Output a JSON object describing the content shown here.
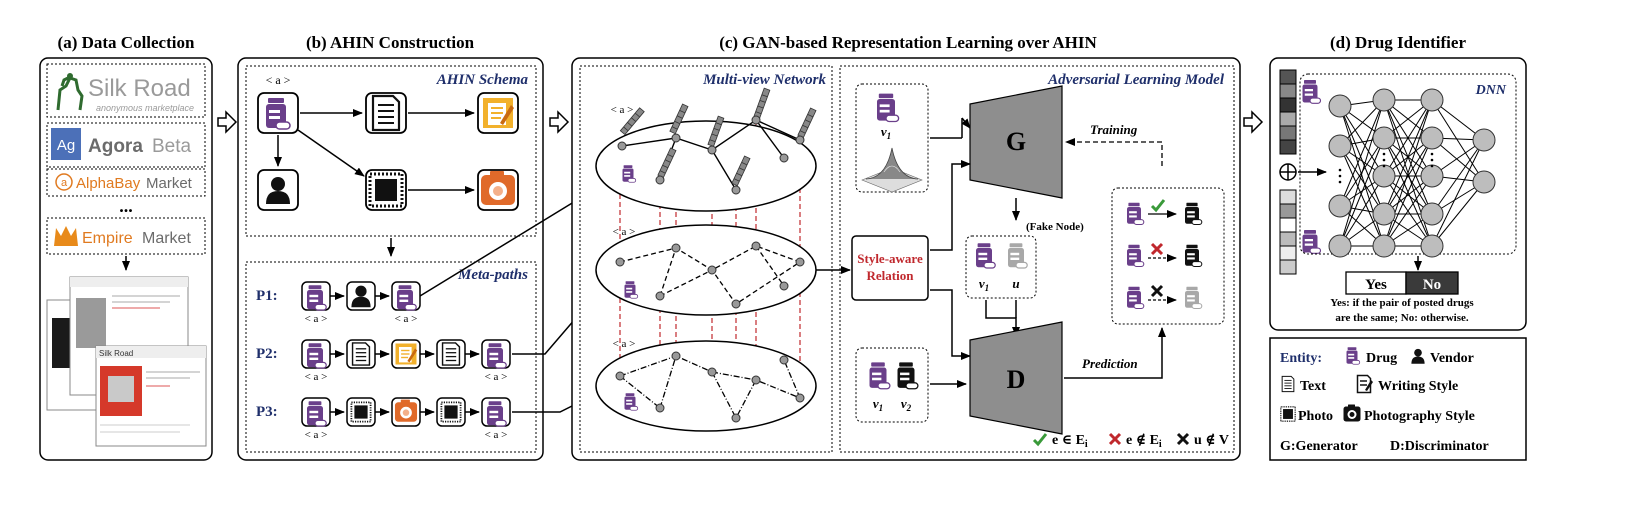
{
  "panels": {
    "a_title": "(a) Data Collection",
    "b_title": "(b) AHIN Construction",
    "c_title": "(c) GAN-based Representation Learning over AHIN",
    "d_title": "(d) Drug Identifier"
  },
  "data_collection": {
    "markets": [
      {
        "name": "Silk Road",
        "sub": "anonymous marketplace"
      },
      {
        "badge": "Ag",
        "name": "Agora",
        "suffix": "Beta"
      },
      {
        "badge": "a",
        "name": "AlphaBay",
        "suffix": "Market"
      },
      {
        "name": "Empire",
        "suffix": "Market"
      }
    ],
    "ellipsis": "...",
    "screenshot_brand": "Silk Road"
  },
  "ahin": {
    "schema_title": "AHIN Schema",
    "metapaths_title": "Meta-paths",
    "a_label": "< a >",
    "paths": [
      "P1:",
      "P2:",
      "P3:"
    ]
  },
  "multiview": {
    "title": "Multi-view Network",
    "a_label": "< a >"
  },
  "adversarial": {
    "title": "Adversarial Learning Model",
    "g_label": "G",
    "d_label": "D",
    "training": "Training",
    "prediction": "Prediction",
    "fake_node": "(Fake Node)",
    "style_aware_1": "Style-aware",
    "style_aware_2": "Relation",
    "v1": "v",
    "v1_sub": "1",
    "v2_sub": "2",
    "u": "u",
    "legend_in": "e ∈ E",
    "legend_not_in": "e ∉ E",
    "legend_i": "i",
    "legend_u": "u ∉ V"
  },
  "identifier": {
    "dnn": "DNN",
    "yes": "Yes",
    "no": "No",
    "caption_1": "Yes: if the pair of posted drugs",
    "caption_2": "are the same; No: otherwise."
  },
  "entity_legend": {
    "title": "Entity:",
    "drug": "Drug",
    "vendor": "Vendor",
    "text": "Text",
    "writing": "Writing Style",
    "photo": "Photo",
    "photography": "Photography Style",
    "generator": "G:Generator",
    "discriminator": "D:Discriminator"
  },
  "colors": {
    "navy": "#1f2f6b",
    "drug_purple": "#6a3f8a",
    "red": "#c0282d",
    "green": "#3a9a3a",
    "orange": "#e06a2a",
    "writing_orange": "#f2b12c",
    "gan_gray": "#8e8e8e"
  }
}
